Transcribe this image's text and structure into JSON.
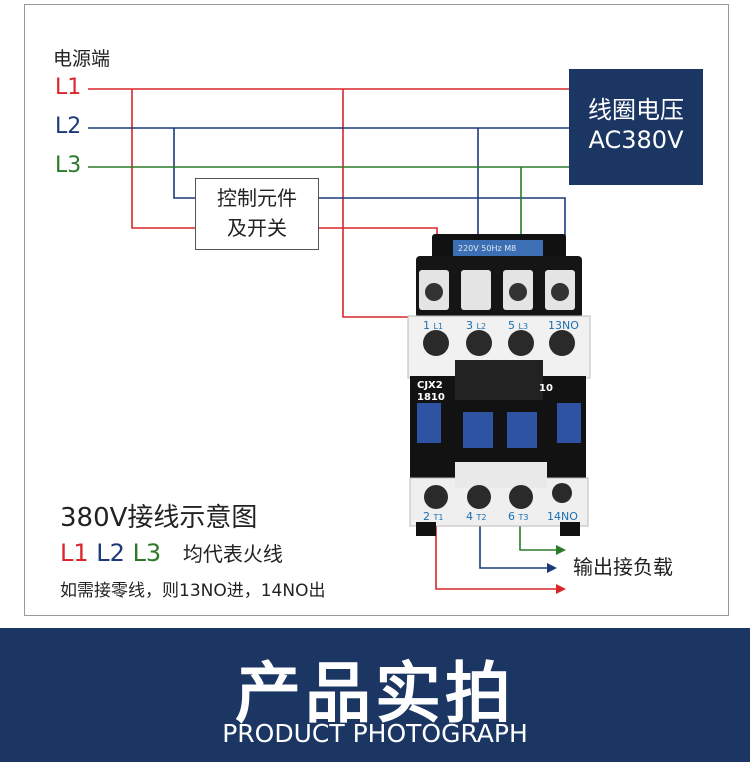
{
  "source_label": "电源端",
  "lines": [
    {
      "label": "L1",
      "color": "#d8262c"
    },
    {
      "label": "L2",
      "color": "#1c3a7a"
    },
    {
      "label": "L3",
      "color": "#2a7a2a"
    }
  ],
  "coil_box": {
    "line1": "线圈电压",
    "line2": "AC380V"
  },
  "control_box": {
    "line1": "控制元件",
    "line2": "及开关"
  },
  "contactor": {
    "nameplate": "220V 50Hz M8",
    "model_line1": "CJX2",
    "model_line2": "1810",
    "aux_number": "10",
    "top_terminals": [
      {
        "num": "1",
        "sub": "L1"
      },
      {
        "num": "3",
        "sub": "L2"
      },
      {
        "num": "5",
        "sub": "L3"
      },
      {
        "num": "13NO",
        "sub": ""
      }
    ],
    "bottom_terminals": [
      {
        "num": "2",
        "sub": "T1"
      },
      {
        "num": "4",
        "sub": "T2"
      },
      {
        "num": "6",
        "sub": "T3"
      },
      {
        "num": "14NO",
        "sub": ""
      }
    ]
  },
  "output_label": "输出接负载",
  "caption": {
    "title": "380V接线示意图",
    "l1": "L1",
    "l2": "L2",
    "l3": "L3",
    "live_note": "均代表火线",
    "neutral_note": "如需接零线，则13NO进，14NO出"
  },
  "banner": {
    "title": "产品实拍",
    "subtitle": "PRODUCT PHOTOGRAPH",
    "color": "#1c3664"
  }
}
